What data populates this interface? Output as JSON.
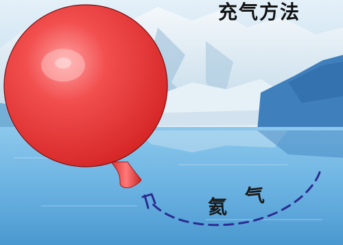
{
  "title": "充气方法",
  "gas_label": [
    "氦",
    "气"
  ],
  "colors": {
    "sky_top": "#dcebf6",
    "sky_bottom": "#aed0ea",
    "water_top": "#79bde7",
    "water_bottom": "#4e9fd6",
    "balloon": "#ef3b3b",
    "balloon_highlight": "#ff9d9d",
    "arrow": "#2a2a90"
  },
  "icons": [
    "balloon-icon",
    "curved-dashed-arrow-icon"
  ]
}
